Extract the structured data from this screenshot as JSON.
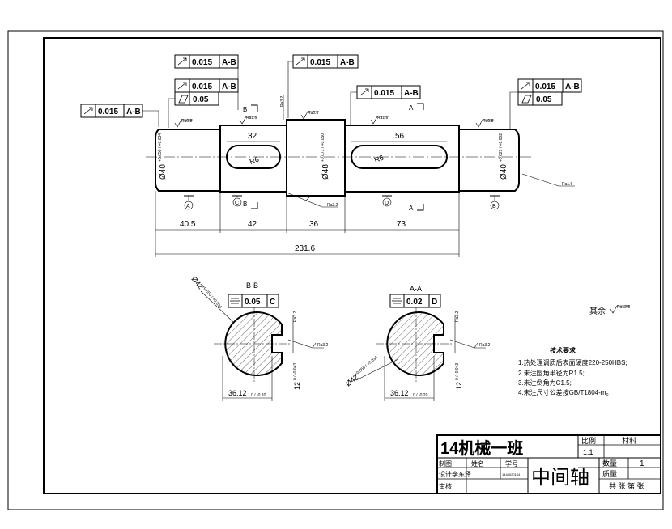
{
  "tolerances": {
    "left_runout": {
      "value": "0.015",
      "datum": "A-B"
    },
    "step_runout": {
      "value": "0.015",
      "datum": "A-B"
    },
    "step_cyl": {
      "value": "0.05"
    },
    "top_runout": {
      "value": "0.015",
      "datum": "A-B"
    },
    "keyway_runout": {
      "value": "0.015",
      "datum": "A-B"
    },
    "right_runout": {
      "value": "0.015",
      "datum": "A-B"
    },
    "right_cyl": {
      "value": "0.05"
    }
  },
  "section_markers": {
    "B_top": "B",
    "A_top": "A",
    "B_bottom": "B",
    "A_bottom": "A"
  },
  "datums": {
    "A": "A",
    "C": "C",
    "D": "D",
    "B": "B"
  },
  "dims": {
    "key1_len": "32",
    "key2_len": "56",
    "r1": "R6",
    "r2": "R6",
    "d_left": "Ø40",
    "d_left_tol": "+0.050 / +0.034",
    "d_mid": "Ø48",
    "d_mid_tol": "+0.071 / +0.050",
    "d_right": "Ø40",
    "d_right_tol": "+0.021 / +0.002",
    "seg1": "40.5",
    "seg2": "42",
    "seg3": "36",
    "seg4": "73",
    "total": "231.6"
  },
  "roughness": {
    "r1": "Ra0.8",
    "r2": "Ra1.6",
    "r3": "Ra0.8",
    "r4": "Ra1.6",
    "r5": "Ra0.8",
    "r6": "Ra3.2",
    "r7": "Ra3.2",
    "r8": "Ra1.6",
    "r9": "Ra3.2",
    "r10": "Ra3.2",
    "r11": "Ra3.2",
    "r12": "Ra3.2"
  },
  "sections": {
    "bb": {
      "title": "B-B",
      "sym": "0.05",
      "datum": "C",
      "dia": "Ø42",
      "dia_tol": "+0.050 / +0.034",
      "width": "36.12",
      "width_tol": "0 / -0.20",
      "key": "12",
      "key_tol": "0 / -0.043"
    },
    "aa": {
      "title": "A-A",
      "sym": "0.02",
      "datum": "D",
      "dia": "Ø42",
      "dia_tol": "+0.050 / +0.034",
      "width": "36.12",
      "width_tol": "0 / -0.20",
      "key": "12",
      "key_tol": "0 / -0.043"
    }
  },
  "other": {
    "label": "其余",
    "ra": "Ra12.5"
  },
  "tech": {
    "title": "技术要求",
    "lines": [
      "1.热处理调质后表面硬度220-250HBS;",
      "2.未注圆角半径为R1.5;",
      "3.未注倒角为C1.5;",
      "4.未注尺寸公差按GB/T1804-m。"
    ]
  },
  "title_block": {
    "class": "14机械一班",
    "scale_label": "比例",
    "scale_value": "1:1",
    "material_label": "材料",
    "draw_label": "制图",
    "name_label": "姓名",
    "id_label": "学号",
    "design_label": "设计",
    "designer": "李东泽",
    "student_id": "1444020104",
    "part_name": "中间轴",
    "qty_label": "数量",
    "qty_value": "1",
    "mass_label": "质量",
    "review_label": "审核",
    "sheets": "共 张 第 张"
  }
}
